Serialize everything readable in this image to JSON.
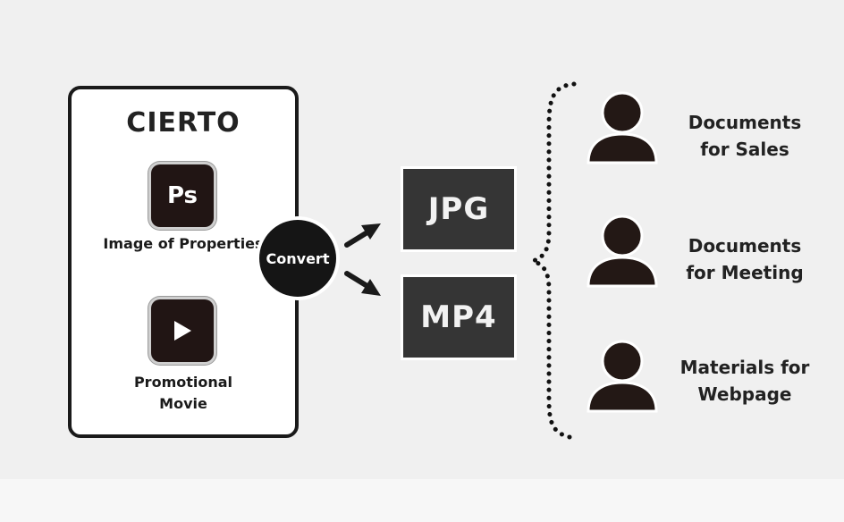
{
  "panel": {
    "title": "CIERTO",
    "items": [
      {
        "icon": "photoshop-icon",
        "icon_text": "Ps",
        "label": "Image of Properties"
      },
      {
        "icon": "play-icon",
        "label_line1": "Promotional",
        "label_line2": "Movie"
      }
    ]
  },
  "convert": {
    "label": "Convert"
  },
  "formats": [
    "JPG",
    "MP4"
  ],
  "audiences": [
    {
      "line1": "Documents",
      "line2": "for Sales"
    },
    {
      "line1": "Documents",
      "line2": "for Meeting"
    },
    {
      "line1": "Materials for",
      "line2": "Webpage"
    }
  ],
  "colors": {
    "background": "#f0f0f0",
    "dark": "#1a1a1a",
    "icon_bg": "#211514",
    "format_box": "#353535"
  }
}
